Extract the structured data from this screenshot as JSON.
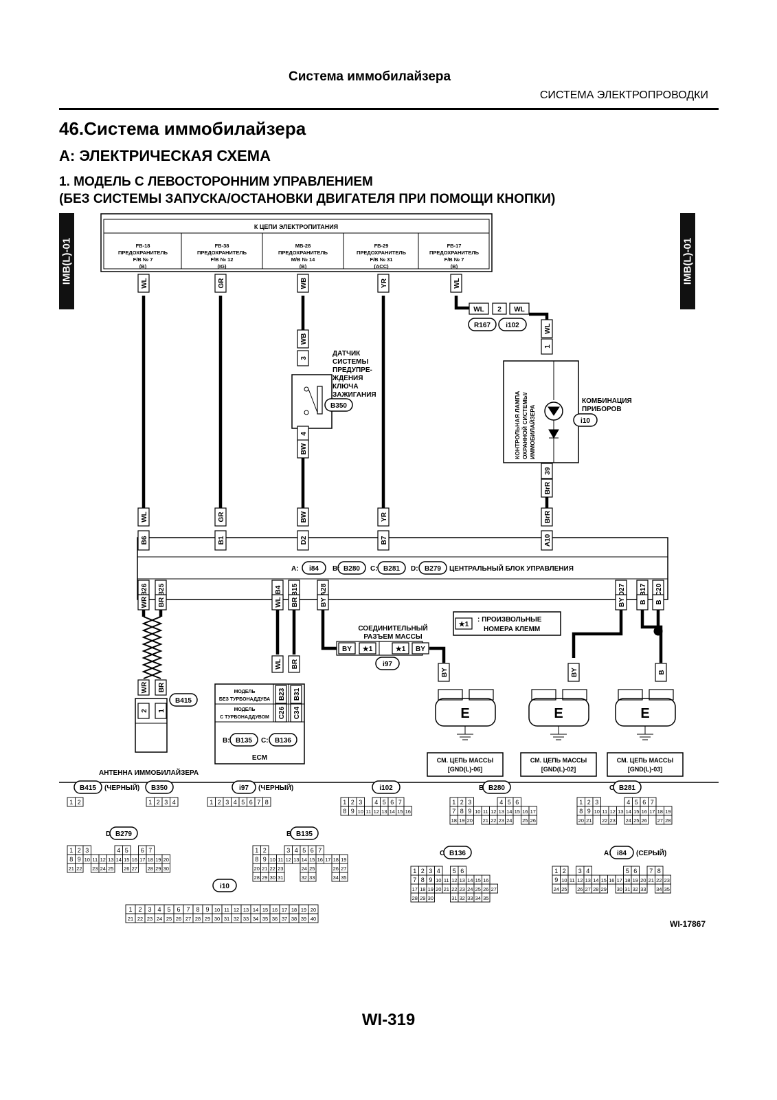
{
  "header": {
    "title": "Система иммобилайзера",
    "subtitle": "СИСТЕМА ЭЛЕКТРОПРОВОДКИ"
  },
  "section": {
    "title": "46.Система иммобилайзера",
    "subsection_a": "A:  ЭЛЕКТРИЧЕСКАЯ СХЕМА",
    "item1_line1": "1.  МОДЕЛЬ С ЛЕВОСТОРОННИМ УПРАВЛЕНИЕМ",
    "item1_line2": "(БЕЗ СИСТЕМЫ ЗАПУСКА/ОСТАНОВКИ ДВИГАТЕЛЯ ПРИ ПОМОЩИ КНОПКИ)"
  },
  "side_tab": "IMB(L)-01",
  "power": {
    "title": "К ЦЕПИ ЭЛЕКТРОПИТАНИЯ",
    "fuses": [
      {
        "id": "FB-18",
        "kind": "ПРЕДОХРАНИТЕЛЬ",
        "num": "F/B № 7",
        "circuit": "(B)",
        "wire": "WL"
      },
      {
        "id": "FB-38",
        "kind": "ПРЕДОХРАНИТЕЛЬ",
        "num": "F/B № 12",
        "circuit": "(IG)",
        "wire": "GR"
      },
      {
        "id": "MB-28",
        "kind": "ПРЕДОХРАНИТЕЛЬ",
        "num": "M/B № 14",
        "circuit": "(B)",
        "wire": "WB"
      },
      {
        "id": "FB-29",
        "kind": "ПРЕДОХРАНИТЕЛЬ",
        "num": "F/B № 31",
        "circuit": "(ACC)",
        "wire": "YR"
      },
      {
        "id": "FB-17",
        "kind": "ПРЕДОХРАНИТЕЛЬ",
        "num": "F/B № 7",
        "circuit": "(B)",
        "wire": "WL"
      }
    ]
  },
  "key_sensor": {
    "label_lines": [
      "ДАТЧИК",
      "СИСТЕМЫ",
      "ПРЕДУПРЕ-",
      "ЖДЕНИЯ",
      "КЛЮЧА",
      "ЗАЖИГАНИЯ"
    ],
    "connector": "B350",
    "pin_top": "3",
    "wire_top": "WB",
    "pin_bottom": "4",
    "wire_bottom": "BW"
  },
  "splice": {
    "wire_left": "WL",
    "pin": "2",
    "wire_right": "WL",
    "conn_left": "R167",
    "conn_right": "i102"
  },
  "combi_meter": {
    "label_lines": [
      "КОМБИНАЦИЯ",
      "ПРИБОРОВ"
    ],
    "connector": "i10",
    "lamp_lines": [
      "КОНТРОЛЬНАЯ ЛАМПА",
      "ОХРАННОЙ СИСТЕМЫ/",
      "ИММОБИЛАЙЗЕРА"
    ],
    "pin_top": "1",
    "wire_top": "WL",
    "pin_bottom": "39",
    "wire_bottom": "BrR"
  },
  "central_unit": {
    "prefix_a": "A:",
    "conn_a": "i84",
    "prefix_b": "B:",
    "conn_b": "B280",
    "prefix_c": "C:",
    "conn_c": "B281",
    "prefix_d": "D:",
    "conn_d": "B279",
    "title": "ЦЕНТРАЛЬНЫЙ БЛОК УПРАВЛЕНИЯ",
    "top_pins": [
      {
        "pin": "B6",
        "wire": "WL"
      },
      {
        "pin": "B1",
        "wire": "GR"
      },
      {
        "pin": "D2",
        "wire": "BW"
      },
      {
        "pin": "B7",
        "wire": "YR"
      },
      {
        "pin": "A10",
        "wire": "BrR"
      }
    ],
    "bottom_pins": [
      {
        "pin": "B26",
        "wire": "WR"
      },
      {
        "pin": "B25",
        "wire": "BR"
      },
      {
        "pin": "B4",
        "wire": "WL"
      },
      {
        "pin": "B15",
        "wire": "BR"
      },
      {
        "pin": "A28",
        "wire": "BY"
      },
      {
        "pin": "D27",
        "wire": "BY"
      },
      {
        "pin": "B17",
        "wire": "B"
      },
      {
        "pin": "C20",
        "wire": "B"
      }
    ]
  },
  "legend_note": {
    "mark": "★1",
    "text_lines": [
      ": ПРОИЗВОЛЬНЫЕ",
      "НОМЕРА КЛЕММ"
    ]
  },
  "ground_joint": {
    "label_lines": [
      "СОЕДИНИТЕЛЬНЫЙ",
      "РАЗЪЕМ МАССЫ"
    ],
    "connector": "i97",
    "wire_left": "BY",
    "mark_left": "★1",
    "mark_right": "★1",
    "wire_right": "BY"
  },
  "antenna": {
    "label": "АНТЕННА ИММОБИЛАЙЗЕРА",
    "connector": "B415",
    "pin_left": "2",
    "wire_left": "WR",
    "pin_right": "1",
    "wire_right": "BR"
  },
  "ecm": {
    "label": "ECM",
    "row1": "МОДЕЛЬ БЕЗ ТУРБОНАДДУВА",
    "row2": "МОДЕЛЬ С ТУРБОНАДДУВОМ",
    "pins_row1": [
      "B23",
      "B31"
    ],
    "pins_row2": [
      "C26",
      "C34"
    ],
    "wires": [
      "WL",
      "BR"
    ],
    "prefix_b": "B:",
    "conn_b": "B135",
    "prefix_c": "C:",
    "conn_c": "B136"
  },
  "grounds": [
    {
      "letter": "E",
      "wire": "BY",
      "ref_line1": "СМ. ЦЕПЬ МАССЫ",
      "ref_line2": "[GND(L)-06]"
    },
    {
      "letter": "E",
      "wire": "BY",
      "ref_line1": "СМ. ЦЕПЬ МАССЫ",
      "ref_line2": "[GND(L)-02]"
    },
    {
      "letter": "E",
      "wire": "B",
      "ref_line1": "СМ. ЦЕПЬ МАССЫ",
      "ref_line2": "[GND(L)-03]"
    }
  ],
  "connectors": [
    {
      "prefix": "",
      "id": "B415",
      "note": "(ЧЕРНЫЙ)",
      "rows": [
        [
          "1",
          "2"
        ]
      ]
    },
    {
      "prefix": "",
      "id": "B350",
      "note": "",
      "rows": [
        [
          "1",
          "2",
          "3",
          "4"
        ]
      ]
    },
    {
      "prefix": "",
      "id": "i97",
      "note": "(ЧЕРНЫЙ)",
      "rows": [
        [
          "1",
          "2",
          "3",
          "4",
          "5",
          "6",
          "7",
          "8"
        ]
      ]
    },
    {
      "prefix": "",
      "id": "i102",
      "note": "",
      "rows": [
        [
          "1",
          "2",
          "3",
          "",
          "4",
          "5",
          "6",
          "7"
        ],
        [
          "8",
          "9",
          "10",
          "11",
          "12",
          "13",
          "14",
          "15",
          "16"
        ]
      ]
    },
    {
      "prefix": "B:",
      "id": "B280",
      "note": "",
      "rows": [
        [
          "1",
          "2",
          "3",
          "",
          "",
          "",
          "4",
          "5",
          "6"
        ],
        [
          "7",
          "8",
          "9",
          "10",
          "11",
          "12",
          "13",
          "14",
          "15",
          "16",
          "17"
        ],
        [
          "18",
          "19",
          "20",
          "",
          "21",
          "22",
          "23",
          "24",
          "",
          "25",
          "26"
        ]
      ]
    },
    {
      "prefix": "C:",
      "id": "B281",
      "note": "",
      "rows": [
        [
          "1",
          "2",
          "3",
          "",
          "",
          "",
          "4",
          "5",
          "6",
          "7"
        ],
        [
          "8",
          "9",
          "10",
          "11",
          "12",
          "13",
          "14",
          "15",
          "16",
          "17",
          "18",
          "19"
        ],
        [
          "20",
          "21",
          "",
          "22",
          "23",
          "",
          "24",
          "25",
          "26",
          "",
          "27",
          "28"
        ]
      ]
    },
    {
      "prefix": "D:",
      "id": "B279",
      "note": "",
      "rows": [
        [
          "1",
          "2",
          "3",
          "",
          "",
          "",
          "4",
          "5",
          "",
          "6",
          "7"
        ],
        [
          "8",
          "9",
          "10",
          "11",
          "12",
          "13",
          "14",
          "15",
          "16",
          "17",
          "18",
          "19",
          "20"
        ],
        [
          "21",
          "22",
          "",
          "23",
          "24",
          "25",
          "",
          "26",
          "27",
          "",
          "28",
          "29",
          "30"
        ]
      ]
    },
    {
      "prefix": "B:",
      "id": "B135",
      "note": "",
      "rows": [
        [
          "1",
          "2",
          "",
          "",
          "3",
          "4",
          "5",
          "6",
          "7"
        ],
        [
          "8",
          "9",
          "10",
          "11",
          "12",
          "13",
          "14",
          "15",
          "16",
          "17",
          "18",
          "19"
        ],
        [
          "20",
          "21",
          "22",
          "23",
          "",
          "",
          "24",
          "25",
          "",
          "",
          "26",
          "27"
        ],
        [
          "28",
          "29",
          "30",
          "31",
          "",
          "",
          "32",
          "33",
          "",
          "",
          "34",
          "35"
        ]
      ]
    },
    {
      "prefix": "C:",
      "id": "B136",
      "note": "",
      "rows": [
        [
          "1",
          "2",
          "3",
          "4",
          "",
          "5",
          "6"
        ],
        [
          "7",
          "8",
          "9",
          "10",
          "11",
          "12",
          "13",
          "14",
          "15",
          "16"
        ],
        [
          "17",
          "18",
          "19",
          "20",
          "21",
          "22",
          "23",
          "24",
          "25",
          "26",
          "27"
        ],
        [
          "28",
          "29",
          "30",
          "",
          "",
          "31",
          "32",
          "33",
          "34",
          "35"
        ]
      ]
    },
    {
      "prefix": "A:",
      "id": "i84",
      "note": "(СЕРЫЙ)",
      "rows": [
        [
          "1",
          "2",
          "",
          "3",
          "4",
          "",
          "",
          "",
          "",
          "5",
          "6",
          "",
          "7",
          "8"
        ],
        [
          "9",
          "10",
          "11",
          "12",
          "13",
          "14",
          "15",
          "16",
          "17",
          "18",
          "19",
          "20",
          "21",
          "22",
          "23"
        ],
        [
          "24",
          "25",
          "",
          "26",
          "27",
          "28",
          "29",
          "",
          "30",
          "31",
          "32",
          "33",
          "",
          "34",
          "35"
        ]
      ]
    },
    {
      "prefix": "",
      "id": "i10",
      "note": "",
      "rows": [
        [
          "1",
          "2",
          "3",
          "4",
          "5",
          "6",
          "7",
          "8",
          "9",
          "10",
          "11",
          "12",
          "13",
          "14",
          "15",
          "16",
          "17",
          "18",
          "19",
          "20"
        ],
        [
          "21",
          "22",
          "23",
          "24",
          "25",
          "26",
          "27",
          "28",
          "29",
          "30",
          "31",
          "32",
          "33",
          "34",
          "35",
          "36",
          "37",
          "38",
          "39",
          "40"
        ]
      ]
    }
  ],
  "figure_id": "WI-17867",
  "page": "WI-319"
}
